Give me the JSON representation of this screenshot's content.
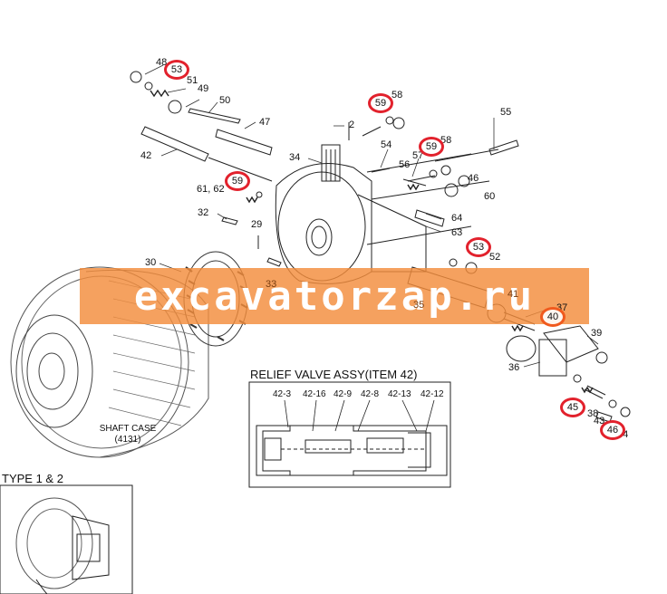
{
  "watermark": "excavatorzap.ru",
  "colors": {
    "highlight_red": "#e2222d",
    "highlight_orange": "#f05a1e",
    "watermark_band": "#f38c3c"
  },
  "callouts": {
    "n48": "48",
    "n53a": "53",
    "n51": "51",
    "n49": "49",
    "n50": "50",
    "n47": "47",
    "n42": "42",
    "n2": "2",
    "n58a": "58",
    "n59a": "59",
    "n55": "55",
    "n54": "54",
    "n58b": "58",
    "n59b": "59",
    "n57": "57",
    "n34": "34",
    "n56": "56",
    "n46a": "46",
    "n60": "60",
    "n6162": "61, 62",
    "n59c": "59",
    "n32": "32",
    "n29": "29",
    "n64": "64",
    "n63": "63",
    "n53b": "53",
    "n52": "52",
    "n30": "30",
    "n33": "33",
    "n41": "41",
    "n35": "35",
    "n40": "40",
    "n37": "37",
    "n39": "39",
    "n36": "36",
    "n45": "45",
    "n38": "38",
    "n43": "43",
    "n46b": "46",
    "n44": "44"
  },
  "relief_valve": {
    "title": "RELIEF VALVE ASSY(ITEM 42)",
    "labels": [
      "42-3",
      "42-16",
      "42-9",
      "42-8",
      "42-13",
      "42-12"
    ]
  },
  "shaft_case": {
    "line1": "SHAFT CASE",
    "line2": "(4131)"
  },
  "type_box": {
    "title": "TYPE 1 & 2"
  }
}
